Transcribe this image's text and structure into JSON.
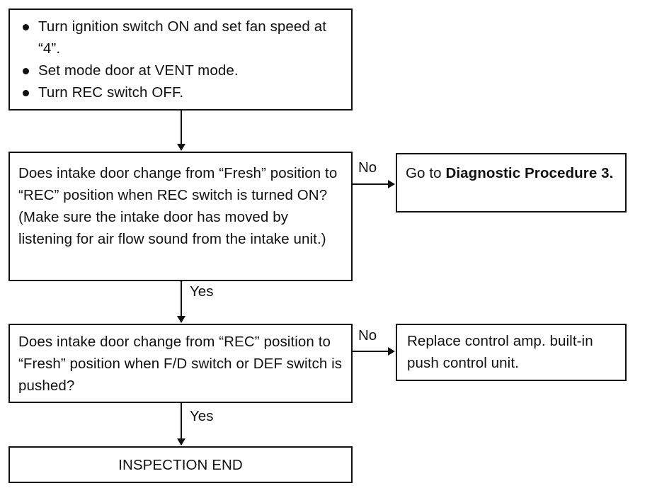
{
  "step1": {
    "bullets": [
      "Turn ignition switch ON and set fan speed at “4”.",
      "Set mode door at VENT mode.",
      "Turn REC switch OFF."
    ]
  },
  "question1": {
    "text": "Does intake door change from “Fresh” position to “REC” position when REC switch is turned ON? (Make sure the intake door has moved by listening for air flow sound from the intake unit.)"
  },
  "result1": {
    "prefix": "Go to ",
    "bold": "Diagnostic Procedure 3."
  },
  "question2": {
    "text": "Does intake door change from “REC” position to “Fresh” position when F/D switch or DEF switch is pushed?"
  },
  "result2": {
    "text": "Replace control amp. built-in push control unit."
  },
  "end_box": {
    "text": "INSPECTION END"
  },
  "labels": {
    "no1": "No",
    "yes1": "Yes",
    "no2": "No",
    "yes2": "Yes"
  }
}
